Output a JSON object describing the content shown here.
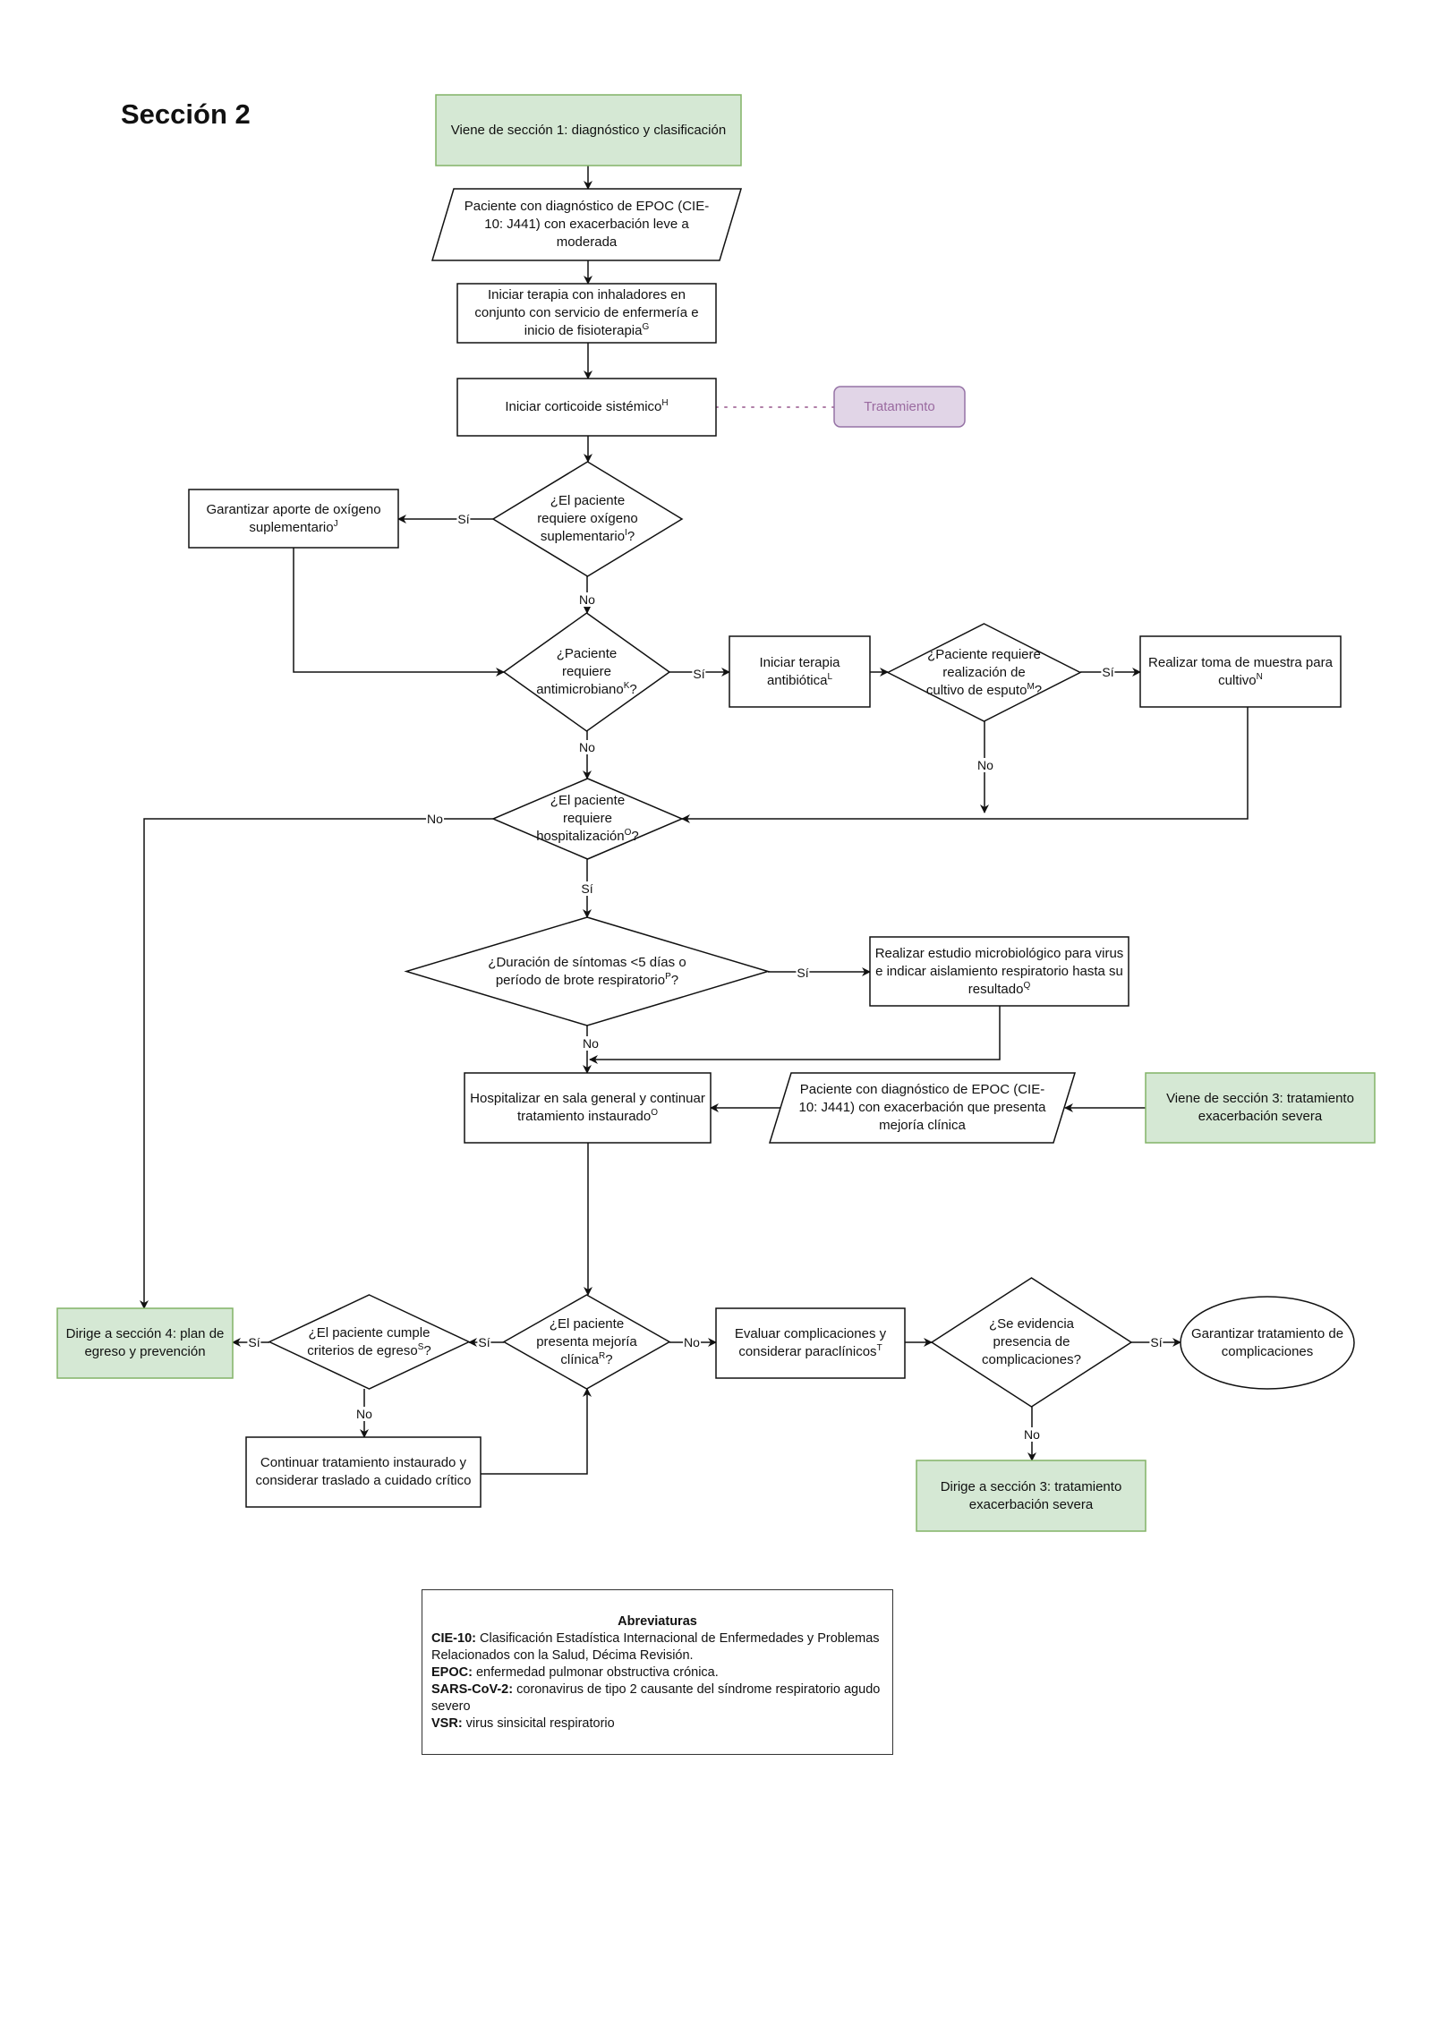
{
  "section_title": "Sección 2",
  "colors": {
    "green_fill": "#d5e8d4",
    "green_stroke": "#82b366",
    "purple_fill": "#e1d5e7",
    "purple_stroke": "#9673a6",
    "purple_text": "#9a6aa0",
    "dotted": "#b07fa8"
  },
  "labels": {
    "si": "Sí",
    "no": "No"
  },
  "nodes": {
    "start": {
      "text": "Viene de sección 1: diagnóstico y clasificación",
      "sup": "",
      "tail": ""
    },
    "patient": {
      "text": "Paciente con diagnóstico de EPOC (CIE-10: J441) con exacerbación leve a moderada",
      "sup": "",
      "tail": ""
    },
    "inhalers": {
      "text": "Iniciar terapia con inhaladores en conjunto con servicio de enfermería e inicio de fisioterapia",
      "sup": "G",
      "tail": ""
    },
    "corticoid": {
      "text": "Iniciar corticoide sistémico",
      "sup": "H",
      "tail": ""
    },
    "treatment_tag": {
      "text": "Tratamiento",
      "sup": "",
      "tail": ""
    },
    "q_oxygen": {
      "text": "¿El paciente requiere oxígeno suplementario",
      "sup": "I",
      "tail": "?"
    },
    "oxygen": {
      "text": "Garantizar aporte de oxígeno suplementario",
      "sup": "J",
      "tail": ""
    },
    "q_antimicrobial": {
      "text": "¿Paciente requiere antimicrobiano",
      "sup": "K",
      "tail": "?"
    },
    "antibiotic": {
      "text": "Iniciar terapia antibiótica",
      "sup": "L",
      "tail": ""
    },
    "q_sputum": {
      "text": "¿Paciente requiere realización de cultivo de esputo",
      "sup": "M",
      "tail": "?"
    },
    "culture": {
      "text": "Realizar toma de muestra para cultivo",
      "sup": "N",
      "tail": ""
    },
    "q_hospital": {
      "text": "¿El paciente requiere hospitalización",
      "sup": "O",
      "tail": "?"
    },
    "q_duration": {
      "text": "¿Duración de síntomas <5 días o período de brote respiratorio",
      "sup": "P",
      "tail": "?"
    },
    "microbio": {
      "text": "Realizar estudio microbiológico para virus e indicar aislamiento respiratorio hasta su resultado",
      "sup": "Q",
      "tail": ""
    },
    "hospitalize": {
      "text": "Hospitalizar en sala general y continuar tratamiento instaurado",
      "sup": "O",
      "tail": ""
    },
    "patient2": {
      "text": "Paciente con diagnóstico de EPOC (CIE-10: J441) con exacerbación que presenta mejoría clínica",
      "sup": "",
      "tail": ""
    },
    "from_s3": {
      "text": "Viene de sección 3: tratamiento exacerbación severa",
      "sup": "",
      "tail": ""
    },
    "q_improve": {
      "text": "¿El paciente presenta mejoría clínica",
      "sup": "R",
      "tail": "?"
    },
    "q_discharge": {
      "text": "¿El paciente cumple criterios de egreso",
      "sup": "S",
      "tail": "?"
    },
    "to_s4": {
      "text": "Dirige a sección 4: plan de egreso y prevención",
      "sup": "",
      "tail": ""
    },
    "continue": {
      "text": "Continuar tratamiento instaurado y considerar traslado a cuidado crítico",
      "sup": "",
      "tail": ""
    },
    "evaluate": {
      "text": "Evaluar complicaciones y considerar paraclínicos",
      "sup": "T",
      "tail": ""
    },
    "q_complications": {
      "text": "¿Se evidencia presencia de complicaciones?",
      "sup": "",
      "tail": ""
    },
    "treat_compl": {
      "text": "Garantizar tratamiento de complicaciones",
      "sup": "",
      "tail": ""
    },
    "to_s3": {
      "text": "Dirige a sección 3: tratamiento exacerbación severa",
      "sup": "",
      "tail": ""
    }
  },
  "abbreviations": {
    "title": "Abreviaturas",
    "items": [
      {
        "term": "CIE-10:",
        "def": " Clasificación Estadística Internacional de Enfermedades y Problemas Relacionados con la Salud, Décima Revisión."
      },
      {
        "term": "EPOC:",
        "def": " enfermedad pulmonar obstructiva crónica."
      },
      {
        "term": "SARS-CoV-2:",
        "def": " coronavirus de tipo 2 causante del síndrome respiratorio agudo severo"
      },
      {
        "term": "VSR:",
        "def": " virus sinsicital respiratorio"
      }
    ]
  }
}
